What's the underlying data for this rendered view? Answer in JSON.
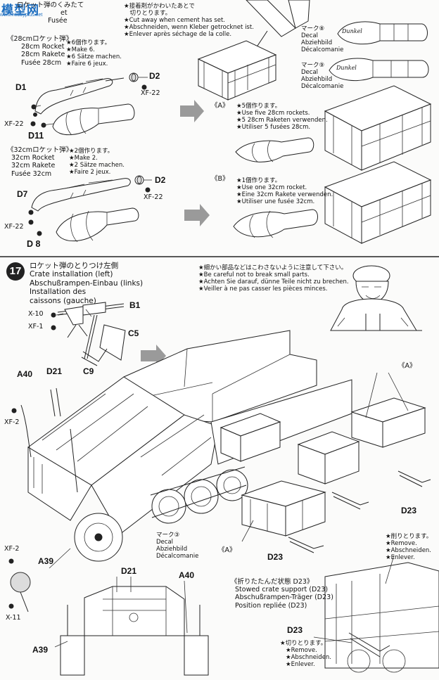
{
  "watermark": {
    "text": "模型网",
    "url": "www.hobbyplus.net"
  },
  "top_left": {
    "title": [
      "ロケット弾のくみたて",
      "et",
      "Fusée"
    ],
    "rocket28": {
      "head": "《28cmロケット弾》",
      "lines": [
        "28cm Rocket",
        "28cm Rakete",
        "Fusée 28cm"
      ],
      "note": [
        "★6個作ります。",
        "★Make 6.",
        "★6 Sätze machen.",
        "★Faire 6 jeux."
      ]
    },
    "rocket32": {
      "head": "《32cmロケット弾》",
      "lines": [
        "32cm Rocket",
        "32cm Rakete",
        "Fusée 32cm"
      ],
      "note": [
        "★2個作ります。",
        "★Make 2.",
        "★2 Sätze machen.",
        "★Faire 2 jeux."
      ]
    },
    "parts": {
      "d1": "D1",
      "d2a": "D2",
      "xf22a": "XF-22",
      "xf22b": "XF-22",
      "d11": "D11",
      "d2b": "D2",
      "xf22c": "XF-22",
      "d7": "D7",
      "xf22d": "XF-22",
      "d8": "D 8"
    }
  },
  "top_right": {
    "cut_note": [
      "★接着剤がかわいたあとで",
      "　切りとります。",
      "★Cut away when cement has set.",
      "★Abschneiden, wenn Kleber getrocknet ist.",
      "★Enlever après séchage de la colle."
    ],
    "decal8": [
      "マーク⑧",
      "Decal",
      "Abziehbild",
      "Décalcomanie"
    ],
    "decal9": [
      "マーク⑨",
      "Decal",
      "Abziehbild",
      "Décalcomanie"
    ],
    "stencil8": "Dunkel",
    "stencil9": "Dunkel",
    "a": {
      "head": "《A》",
      "note": [
        "★5個作ります。",
        "★Use five 28cm rockets.",
        "★5 28cm Raketen verwenden.",
        "★Utiliser 5 fusées 28cm."
      ]
    },
    "b": {
      "head": "《B》",
      "note": [
        "★1個作ります。",
        "★Use one 32cm rocket.",
        "★Eine 32cm Rakete verwenden.",
        "★Utiliser une fusée 32cm."
      ]
    }
  },
  "step17": {
    "number": "17",
    "title": [
      "ロケット弾のとりつけ左側",
      "Crate installation (left)",
      "Abschußrampen-Einbau (links)",
      "Installation des",
      "caissons (gauche)"
    ],
    "caution": [
      "★細かい部品などはこわさないように注意して下さい。",
      "★Be careful not to break small parts.",
      "★Achten Sie darauf, dünne Teile nicht zu brechen.",
      "★Veiller à ne pas casser les pièces minces."
    ],
    "parts": {
      "x10": "X-10",
      "xf1": "XF-1",
      "b1": "B1",
      "c5": "C5",
      "c9": "C9",
      "a40a": "A40",
      "d21a": "D21",
      "xf2a": "XF-2",
      "xf2b": "XF-2",
      "a39a": "A39",
      "x11": "X-11",
      "d21b": "D21",
      "a40b": "A40",
      "a39b": "A39",
      "d23a": "D23",
      "d23b": "D23",
      "d23c": "D23",
      "a1": "《A》",
      "a2": "《A》"
    },
    "decal3": [
      "マーク③",
      "Decal",
      "Abziehbild",
      "Décalcomanie"
    ],
    "cut_right": [
      "★削りとります。",
      "★Remove.",
      "★Abschneiden.",
      "★Enlever."
    ],
    "stowed": {
      "head": "《折りたたんだ状態 D23》",
      "lines": [
        "Stowed crate support (D23)",
        "Abschußrampen-Träger (D23)",
        "Position repliée (D23)"
      ]
    },
    "d23_cut": {
      "part": "D23",
      "note": [
        "★切りとります。",
        "★Remove.",
        "★Abschneiden.",
        "★Enlever."
      ]
    }
  }
}
